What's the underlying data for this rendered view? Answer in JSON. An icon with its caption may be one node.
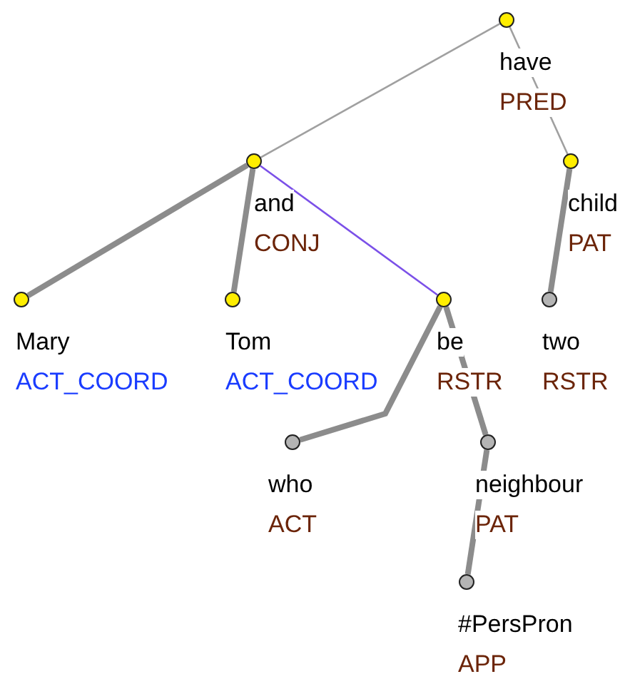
{
  "diagram": {
    "nodes": [
      {
        "text": [
          "have",
          "PRED"
        ]
      },
      {
        "text": [
          "and",
          "CONJ"
        ]
      },
      {
        "text": [
          "child",
          "PAT"
        ]
      },
      {
        "text": [
          "Mary",
          "ACT_COORD"
        ]
      },
      {
        "text": [
          "Tom",
          "ACT_COORD"
        ]
      },
      {
        "text": [
          "be",
          "RSTR"
        ]
      },
      {
        "text": [
          "two",
          "RSTR"
        ]
      },
      {
        "text": [
          "who",
          "ACT"
        ]
      },
      {
        "text": [
          "neighbour",
          "PAT"
        ]
      },
      {
        "text": [
          "#PersPron",
          "APP"
        ]
      }
    ],
    "edges": [
      {
        "from": 0,
        "to": 1,
        "arrow": "none",
        "color": "#a0a0a0"
      },
      {
        "from": 0,
        "to": 2,
        "arrow": "none",
        "color": "#a0a0a0"
      },
      {
        "from": 1,
        "to": 3,
        "arrow": "none"
      },
      {
        "from": 1,
        "to": 4,
        "arrow": "none"
      },
      {
        "from": 1,
        "to": 5,
        "arrow": "none",
        "color": "#7b50e8"
      },
      {
        "from": 2,
        "to": 6,
        "arrow": "none"
      },
      {
        "from": 5,
        "to": 7,
        "arrow": "none"
      },
      {
        "from": 5,
        "to": 8,
        "arrow": "none"
      },
      {
        "from": 8,
        "to": 9,
        "arrow": "none"
      }
    ]
  }
}
